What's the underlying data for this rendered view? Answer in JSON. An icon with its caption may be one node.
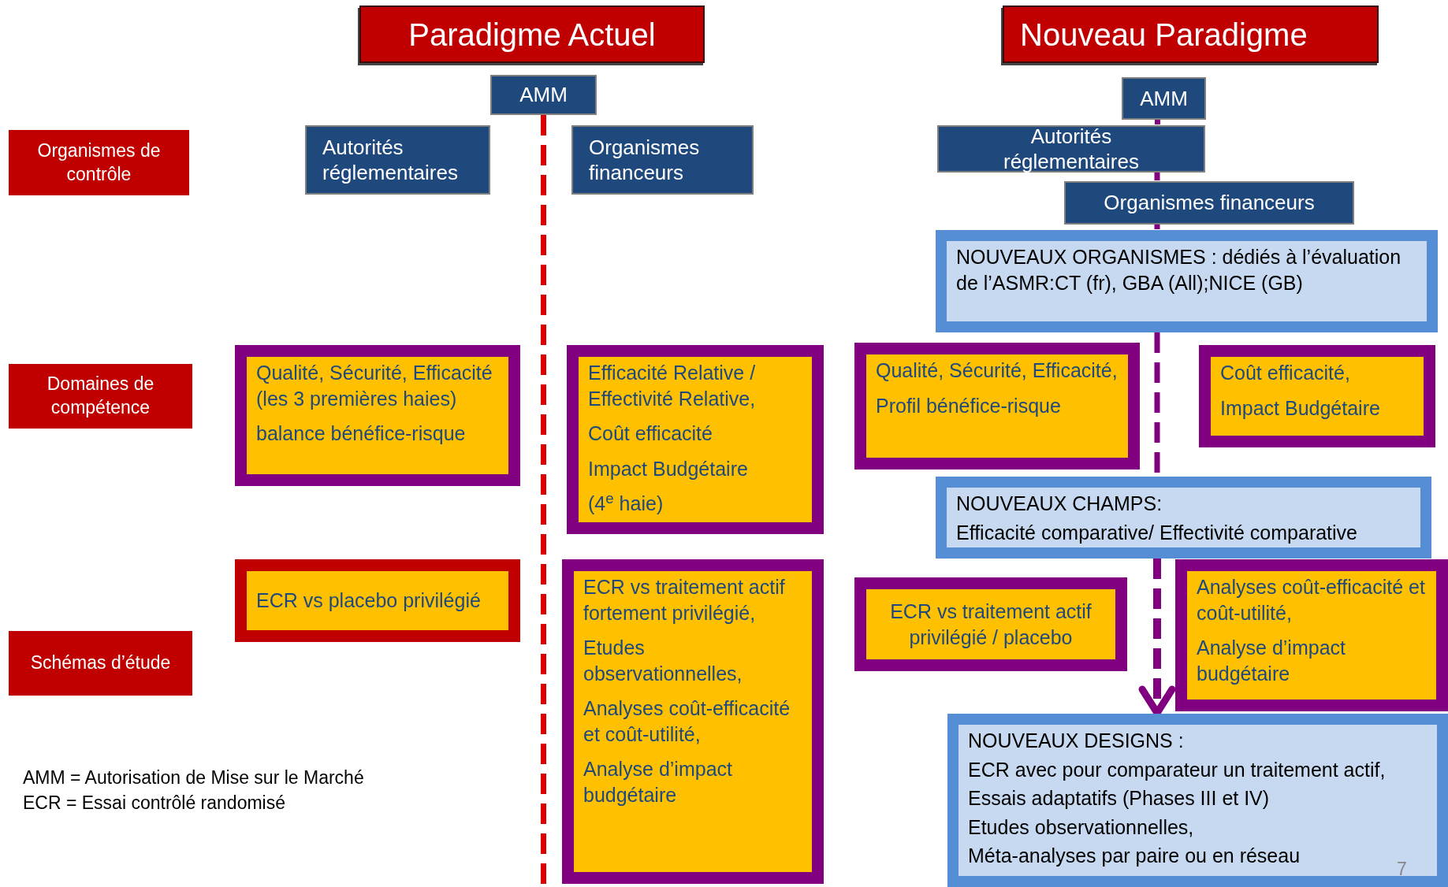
{
  "diagram": {
    "nodes": [
      {
        "text": [
          "Paradigme Actuel"
        ]
      },
      {
        "text": [
          "Nouveau Paradigme"
        ]
      },
      {
        "text": [
          "AMM"
        ]
      },
      {
        "text": [
          "AMM"
        ]
      },
      {
        "text": [
          "Organismes de contrôle"
        ]
      },
      {
        "text": [
          "Autorités réglementaires"
        ]
      },
      {
        "text": [
          "Organismes financeurs"
        ]
      },
      {
        "text": [
          "Autorités réglementaires"
        ]
      },
      {
        "text": [
          "Organismes financeurs"
        ]
      },
      {
        "text": [
          "NOUVEAUX ORGANISMES : dédiés à l’évaluation de l’ASMR:CT (fr), GBA (All);NICE (GB)"
        ]
      },
      {
        "text": [
          "Domaines de compétence"
        ]
      },
      {
        "text": [
          "Qualité, Sécurité, Efficacité (les 3 premières haies)",
          "balance bénéfice-risque"
        ]
      },
      {
        "text": [
          "Efficacité Relative / Effectivité Relative,",
          "Coût efficacité",
          "Impact Budgétaire",
          "(4$^{e}$ haie)"
        ]
      },
      {
        "text": [
          "Qualité, Sécurité, Efficacité,",
          "Profil bénéfice-risque"
        ]
      },
      {
        "text": [
          "Coût efficacité,",
          "Impact Budgétaire"
        ]
      },
      {
        "text": [
          "NOUVEAUX CHAMPS:",
          "Efficacité comparative/ Effectivité comparative"
        ]
      },
      {
        "text": [
          "ECR vs placebo privilégié"
        ]
      },
      {
        "text": [
          "ECR vs traitement actif fortement privilégié,",
          "Etudes observationnelles,",
          "Analyses coût-efficacité et coût-utilité,",
          "Analyse d’impact budgétaire"
        ]
      },
      {
        "text": [
          "ECR vs traitement actif privilégié / placebo"
        ]
      },
      {
        "text": [
          "Analyses coût-efficacité et coût-utilité,",
          "Analyse d’impact budgétaire"
        ]
      },
      {
        "text": [
          "Schémas d’étude"
        ]
      },
      {
        "text": [
          "NOUVEAUX DESIGNS :",
          "ECR avec pour comparateur un traitement actif,",
          "Essais adaptatifs (Phases III et IV)",
          "Etudes observationnelles,",
          "Méta-analyses par paire ou en réseau"
        ]
      }
    ],
    "edges": [
      {
        "from": 2,
        "to": null,
        "arrow": "none",
        "style": "dashed",
        "color": "#dd0000"
      },
      {
        "from": 3,
        "to": 7,
        "arrow": "none",
        "color": "#800080"
      },
      {
        "from": 7,
        "to": 8,
        "arrow": "none",
        "color": "#800080"
      },
      {
        "from": 8,
        "to": 9,
        "arrow": "none",
        "color": "#800080"
      },
      {
        "from": 9,
        "to": 15,
        "arrow": "none",
        "style": "dashed",
        "color": "#800080"
      },
      {
        "from": 15,
        "to": 21,
        "arrow": "to",
        "style": "dashed",
        "color": "#800080"
      }
    ],
    "labels": [
      "AMM = Autorisation de Mise sur le Marché",
      "ECR = Essai contrôlé randomisé",
      "7"
    ]
  }
}
